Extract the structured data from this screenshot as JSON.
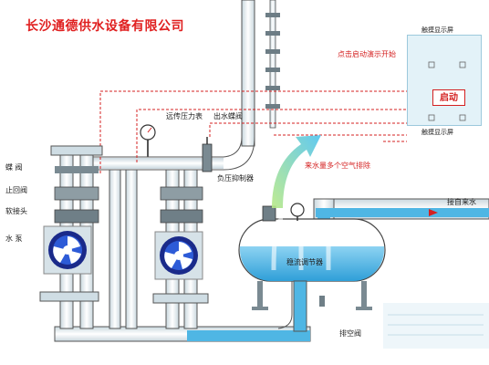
{
  "title": "长沙通德供水设备有限公司",
  "labels": {
    "butterfly_valve": "蝶 阀",
    "check_valve": "止回阀",
    "soft_joint": "软接头",
    "water_pump": "水 泵",
    "remote_pressure_gauge": "远传压力表",
    "outlet_butterfly_valve": "出水蝶阀",
    "negative_pressure_suppressor": "负压抑制器",
    "stabilizing_tank": "稳流调节器",
    "water_inlet": "接自来水",
    "drain_valve": "排空阀",
    "air_vent_note": "来水量多个空气排除"
  },
  "panel": {
    "top_caption": "触摸显示屏",
    "bottom_caption": "触摸显示屏",
    "hint": "点击启动演示开始",
    "start_button": "启动"
  },
  "colors": {
    "title": "#e01f1f",
    "pipe": "#e4eff4",
    "pipe_outline": "#555555",
    "signal_line": "#d42020",
    "water": "#4fb6e4",
    "panel_bg": "#e3f2f8"
  }
}
